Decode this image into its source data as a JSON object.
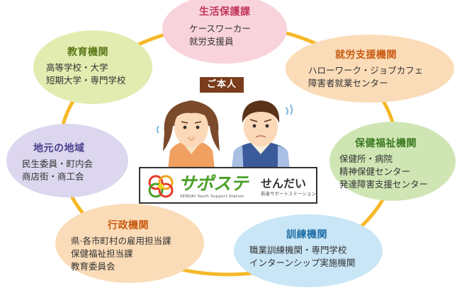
{
  "nodes": {
    "seikatsu": {
      "title": "生活保護課",
      "lines": [
        "ケースワーカー",
        "就労支援員"
      ]
    },
    "kyoiku": {
      "title": "教育機関",
      "lines": [
        "高等学校・大学",
        "短期大学・専門学校"
      ]
    },
    "shuro": {
      "title": "就労支援機関",
      "lines": [
        "ハローワーク・ジョブカフェ",
        "障害者就業センター"
      ]
    },
    "jimoto": {
      "title": "地元の地域",
      "lines": [
        "民生委員・町内会",
        "商店街・商工会"
      ]
    },
    "hoken": {
      "title": "保健福祉機関",
      "lines": [
        "保健所・病院",
        "精神保健センター",
        "発達障害支援センター"
      ]
    },
    "gyosei": {
      "title": "行政機関",
      "lines": [
        "県·各市町村の雇用担当課",
        "保健福祉担当課",
        "教育委員会"
      ]
    },
    "kunren": {
      "title": "訓練機関",
      "lines": [
        "職業訓練機関・専門学校",
        "インターンシップ実施機関"
      ]
    }
  },
  "center": {
    "person_label": "ご本人",
    "logo_main": "サポステ",
    "logo_city": "せんだい",
    "logo_sub": "若者サポートステーション",
    "logo_en": "SENDAI Youth Support Station"
  },
  "colors": {
    "ring": "#f6b828",
    "pink": "#f9d3dc",
    "yellow_green": "#e2ecb0",
    "orange": "#fbdcb8",
    "lavender": "#dcd6ee",
    "green": "#cfe6b4",
    "light_blue": "#c9e6f6",
    "label_bg": "#7a3c1c",
    "logo_green": "#4aa028"
  }
}
